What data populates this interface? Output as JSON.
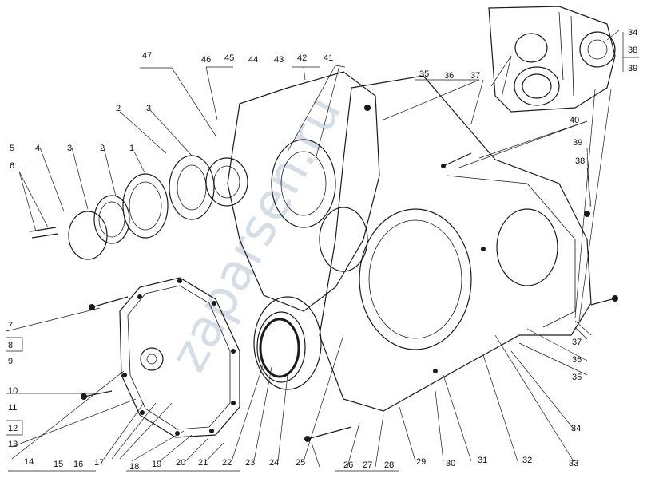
{
  "watermark": "zaparsen.ru",
  "callouts": [
    {
      "id": "c5",
      "text": "5"
    },
    {
      "id": "c6",
      "text": "6"
    },
    {
      "id": "c4",
      "text": "4"
    },
    {
      "id": "c3a",
      "text": "3"
    },
    {
      "id": "c2a",
      "text": "2"
    },
    {
      "id": "c1",
      "text": "1"
    },
    {
      "id": "c2b",
      "text": "2"
    },
    {
      "id": "c3b",
      "text": "3"
    },
    {
      "id": "c47",
      "text": "47"
    },
    {
      "id": "c46",
      "text": "46"
    },
    {
      "id": "c45",
      "text": "45"
    },
    {
      "id": "c44",
      "text": "44"
    },
    {
      "id": "c43",
      "text": "43"
    },
    {
      "id": "c42",
      "text": "42"
    },
    {
      "id": "c41",
      "text": "41"
    },
    {
      "id": "c35a",
      "text": "35"
    },
    {
      "id": "c36a",
      "text": "36"
    },
    {
      "id": "c37a",
      "text": "37"
    },
    {
      "id": "c34a",
      "text": "34"
    },
    {
      "id": "c38a",
      "text": "38"
    },
    {
      "id": "c39a",
      "text": "39"
    },
    {
      "id": "c40",
      "text": "40"
    },
    {
      "id": "c39b",
      "text": "39"
    },
    {
      "id": "c38b",
      "text": "38"
    },
    {
      "id": "c7",
      "text": "7"
    },
    {
      "id": "c8",
      "text": "8"
    },
    {
      "id": "c9",
      "text": "9"
    },
    {
      "id": "c10",
      "text": "10"
    },
    {
      "id": "c11",
      "text": "11"
    },
    {
      "id": "c12",
      "text": "12"
    },
    {
      "id": "c13",
      "text": "13"
    },
    {
      "id": "c14",
      "text": "14"
    },
    {
      "id": "c15",
      "text": "15"
    },
    {
      "id": "c16",
      "text": "16"
    },
    {
      "id": "c17",
      "text": "17"
    },
    {
      "id": "c18",
      "text": "18"
    },
    {
      "id": "c19",
      "text": "19"
    },
    {
      "id": "c20",
      "text": "20"
    },
    {
      "id": "c21",
      "text": "21"
    },
    {
      "id": "c22",
      "text": "22"
    },
    {
      "id": "c23",
      "text": "23"
    },
    {
      "id": "c24",
      "text": "24"
    },
    {
      "id": "c25",
      "text": "25"
    },
    {
      "id": "c26",
      "text": "26"
    },
    {
      "id": "c27",
      "text": "27"
    },
    {
      "id": "c28",
      "text": "28"
    },
    {
      "id": "c29",
      "text": "29"
    },
    {
      "id": "c30",
      "text": "30"
    },
    {
      "id": "c31",
      "text": "31"
    },
    {
      "id": "c32",
      "text": "32"
    },
    {
      "id": "c33",
      "text": "33"
    },
    {
      "id": "c34b",
      "text": "34"
    },
    {
      "id": "c35b",
      "text": "35"
    },
    {
      "id": "c36b",
      "text": "36"
    },
    {
      "id": "c37b",
      "text": "37"
    }
  ]
}
